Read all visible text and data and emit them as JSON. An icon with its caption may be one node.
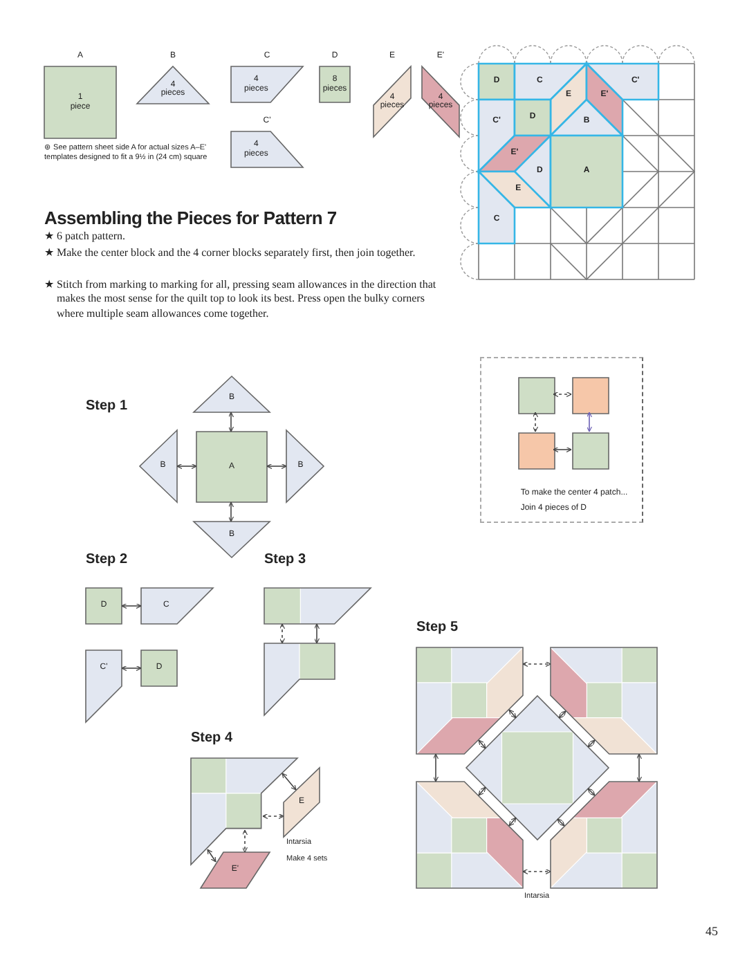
{
  "diagram": {
    "title": "Assembling the Pieces for Pattern 7",
    "nodes": [
      {
        "text": [
          "A",
          "1 piece"
        ]
      },
      {
        "text": [
          "B",
          "4 pieces"
        ]
      },
      {
        "text": [
          "C",
          "4 pieces"
        ]
      },
      {
        "text": [
          "C'",
          "4 pieces"
        ]
      },
      {
        "text": [
          "D",
          "8 pieces"
        ]
      },
      {
        "text": [
          "E",
          "4 pieces"
        ]
      },
      {
        "text": [
          "E'",
          "4 pieces"
        ]
      },
      {
        "text": [
          "D"
        ]
      },
      {
        "text": [
          "C"
        ]
      },
      {
        "text": [
          "C'"
        ]
      },
      {
        "text": [
          "E"
        ]
      },
      {
        "text": [
          "E'"
        ]
      },
      {
        "text": [
          "C'"
        ]
      },
      {
        "text": [
          "D"
        ]
      },
      {
        "text": [
          "B"
        ]
      },
      {
        "text": [
          "E'"
        ]
      },
      {
        "text": [
          "D"
        ]
      },
      {
        "text": [
          "A"
        ]
      },
      {
        "text": [
          "E"
        ]
      },
      {
        "text": [
          "C"
        ]
      },
      {
        "text": [
          "B"
        ]
      },
      {
        "text": [
          "B"
        ]
      },
      {
        "text": [
          "A"
        ]
      },
      {
        "text": [
          "B"
        ]
      },
      {
        "text": [
          "B"
        ]
      },
      {
        "text": [
          "To make the center 4 patch...",
          "Join 4 pieces of D"
        ]
      },
      {
        "text": [],
        "shape": "box",
        "in": 25
      },
      {
        "text": [],
        "shape": "box",
        "in": 25
      },
      {
        "text": [],
        "shape": "box",
        "in": 25
      },
      {
        "text": [],
        "shape": "box",
        "in": 25
      },
      {
        "text": [
          "D"
        ]
      },
      {
        "text": [
          "C"
        ]
      },
      {
        "text": [
          "C'"
        ]
      },
      {
        "text": [
          "D"
        ]
      },
      {
        "text": [],
        "shape": "box"
      },
      {
        "text": [],
        "shape": "box"
      },
      {
        "text": [],
        "shape": "box"
      },
      {
        "text": [
          "E"
        ]
      },
      {
        "text": [
          "E'"
        ]
      },
      {
        "text": [],
        "shape": "box"
      },
      {
        "text": [],
        "shape": "box"
      },
      {
        "text": [],
        "shape": "diamond"
      },
      {
        "text": [],
        "shape": "box"
      },
      {
        "text": [],
        "shape": "box"
      }
    ],
    "edges": [
      {
        "from": 22,
        "to": 20,
        "arrow": "both"
      },
      {
        "from": 21,
        "to": 22,
        "arrow": "both"
      },
      {
        "from": 22,
        "to": 23,
        "arrow": "both"
      },
      {
        "from": 22,
        "to": 24,
        "arrow": "both"
      },
      {
        "from": 26,
        "to": 27,
        "arrow": "both",
        "style": "dashed"
      },
      {
        "from": 26,
        "to": 28,
        "arrow": "both",
        "style": "dashed"
      },
      {
        "from": 27,
        "to": 29,
        "arrow": "both",
        "color": "#6b5fb5"
      },
      {
        "from": 28,
        "to": 29,
        "arrow": "both"
      },
      {
        "from": 30,
        "to": 31,
        "arrow": "both"
      },
      {
        "from": 32,
        "to": 33,
        "arrow": "both"
      },
      {
        "from": 34,
        "to": 35,
        "arrow": "both",
        "style": "dashed"
      },
      {
        "from": 34,
        "to": 35,
        "arrow": "both"
      },
      {
        "from": 36,
        "to": 37,
        "arrow": "both"
      },
      {
        "from": 36,
        "to": 37,
        "arrow": "both",
        "style": "dashed"
      },
      {
        "from": 36,
        "to": 38,
        "arrow": "both",
        "style": "dashed"
      },
      {
        "from": 36,
        "to": 38,
        "arrow": "both"
      },
      {
        "from": 39,
        "to": 40,
        "arrow": "both",
        "style": "dashed"
      },
      {
        "from": 39,
        "to": 42,
        "arrow": "both"
      },
      {
        "from": 40,
        "to": 43,
        "arrow": "both"
      },
      {
        "from": 42,
        "to": 43,
        "arrow": "both",
        "style": "dashed"
      },
      {
        "from": 39,
        "to": 41,
        "arrow": "both"
      },
      {
        "from": 39,
        "to": 41,
        "arrow": "both"
      },
      {
        "from": 40,
        "to": 41,
        "arrow": "both"
      },
      {
        "from": 40,
        "to": 41,
        "arrow": "both"
      },
      {
        "from": 42,
        "to": 41,
        "arrow": "both"
      },
      {
        "from": 42,
        "to": 41,
        "arrow": "both"
      },
      {
        "from": 43,
        "to": 41,
        "arrow": "both"
      },
      {
        "from": 43,
        "to": 41,
        "arrow": "both"
      }
    ],
    "labels": [
      "⊛ See pattern sheet side A for actual sizes A–E' templates designed to fit a 9½ in (24 cm) square",
      "★ 6 patch pattern.",
      "★ Make the center block and the 4 corner blocks separately first, then join together.",
      "★ Stitch from marking to marking for all, pressing seam allowances in the direction that makes the most sense for the quilt top to look its best. Press open the bulky corners where multiple seam allowances come together.",
      "Step 1",
      "Step 2",
      "Step 3",
      "Step 4",
      "Intarsia",
      "Make 4 sets",
      "Step 5",
      "Intarsia",
      "45"
    ]
  }
}
